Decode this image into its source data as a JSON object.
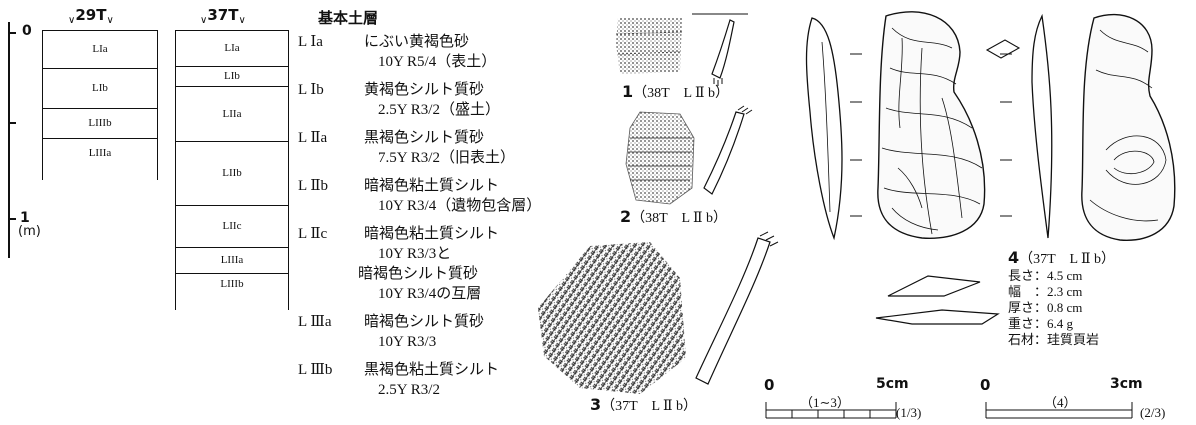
{
  "depth_scale": {
    "top_label": "0",
    "mid_label": "1",
    "unit": "(m)"
  },
  "trench_29": {
    "label": "29T",
    "layers": [
      "LIa",
      "LIb",
      "LIIIb",
      "LIIIa"
    ]
  },
  "trench_37": {
    "label": "37T",
    "layers": [
      "LIa",
      "LIb",
      "LIIa",
      "LIIb",
      "LIIc",
      "LIIIa",
      "LIIIb"
    ]
  },
  "legend": {
    "title": "基本土層",
    "lines": [
      {
        "code": "L Ⅰa",
        "text": "にぶい黄褐色砂",
        "sub": "10Y R5/4（表土）"
      },
      {
        "code": "L Ⅰb",
        "text": "黄褐色シルト質砂",
        "sub": "2.5Y R3/2（盛土）"
      },
      {
        "code": "L Ⅱa",
        "text": "黒褐色シルト質砂",
        "sub": "7.5Y R3/2（旧表土）"
      },
      {
        "code": "L Ⅱb",
        "text": "暗褐色粘土質シルト",
        "sub": "10Y R3/4（遺物包含層）"
      },
      {
        "code": "L Ⅱc",
        "text": "暗褐色粘土質シルト",
        "sub": "10Y R3/3と"
      },
      {
        "code": "",
        "text": "暗褐色シルト質砂",
        "sub": "10Y R3/4の互層"
      },
      {
        "code": "L Ⅲa",
        "text": "暗褐色シルト質砂",
        "sub": "10Y R3/3"
      },
      {
        "code": "L Ⅲb",
        "text": "黒褐色粘土質シルト",
        "sub": "2.5Y R3/2"
      }
    ]
  },
  "captions": {
    "f1_num": "1",
    "f1_text": "（38T　L Ⅱ b）",
    "f2_num": "2",
    "f2_text": "（38T　L Ⅱ b）",
    "f3_num": "3",
    "f3_text": "（37T　L Ⅱ b）",
    "f4_num": "4",
    "f4_text": "（37T　L Ⅱ b）"
  },
  "artifact4": {
    "lines": [
      "長さ：4.5 cm",
      "幅　：2.3 cm",
      "厚さ：0.8 cm",
      "重さ：6.4 g",
      "石材：珪質頁岩"
    ]
  },
  "scale_bars": {
    "a_zero": "0",
    "a_max": "5cm",
    "a_range": "（1∼3）",
    "a_ratio": "(1/3)",
    "b_zero": "0",
    "b_max": "3cm",
    "b_range": "（4）",
    "b_ratio": "(2/3)"
  }
}
